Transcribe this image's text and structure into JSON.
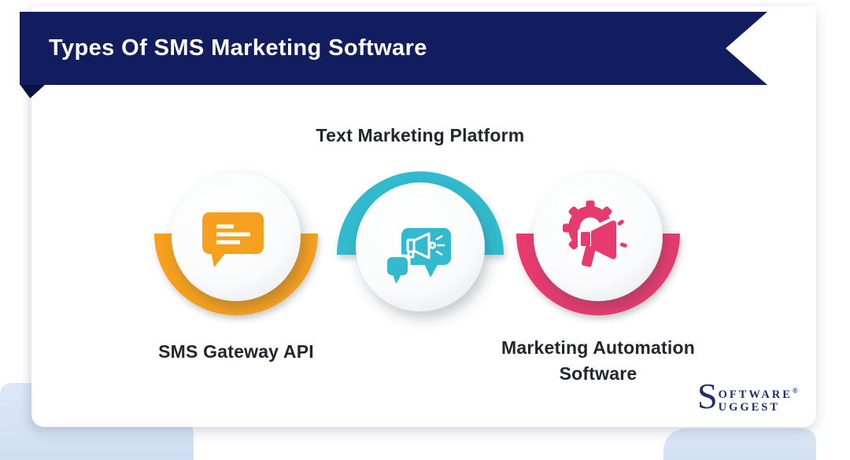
{
  "banner": {
    "title": "Types Of SMS Marketing Software"
  },
  "items": [
    {
      "label": "SMS Gateway API",
      "color": "#f6a01f",
      "icon": "chat-bubble-icon",
      "arc_position": "bottom",
      "label_position": "below"
    },
    {
      "label": "Text Marketing Platform",
      "color": "#33bace",
      "icon": "megaphone-chat-icon",
      "arc_position": "top",
      "label_position": "above"
    },
    {
      "label": "Marketing Automation Software",
      "color": "#e73a6e",
      "icon": "gear-megaphone-icon",
      "arc_position": "bottom",
      "label_position": "below"
    }
  ],
  "logo": {
    "initial": "S",
    "line1": "OFTWARE",
    "reg": "®",
    "line2": "UGGEST"
  },
  "colors": {
    "banner_navy": "#121d5f",
    "banner_fold": "#0a123f",
    "orange": "#f6a01f",
    "teal": "#33bace",
    "pink": "#e73a6e",
    "label_text": "#22262e",
    "corner_blue": "#d7e3f4",
    "card_white": "#ffffff"
  }
}
